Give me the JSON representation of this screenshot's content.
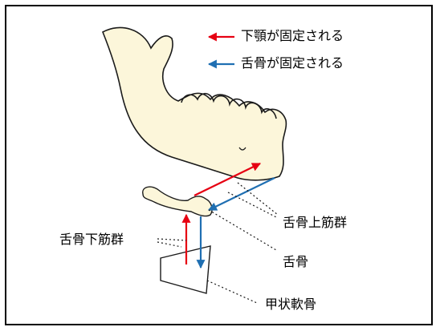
{
  "legend": {
    "red_label": "下顎が固定される",
    "blue_label": "舌骨が固定される"
  },
  "labels": {
    "suprahyoid": "舌骨上筋群",
    "infrahyoid": "舌骨下筋群",
    "hyoid": "舌骨",
    "thyroid": "甲状軟骨"
  },
  "colors": {
    "red": "#e60012",
    "blue": "#1f6fb2",
    "bone_fill": "#fcf6da",
    "outline": "#1a1a1a"
  }
}
